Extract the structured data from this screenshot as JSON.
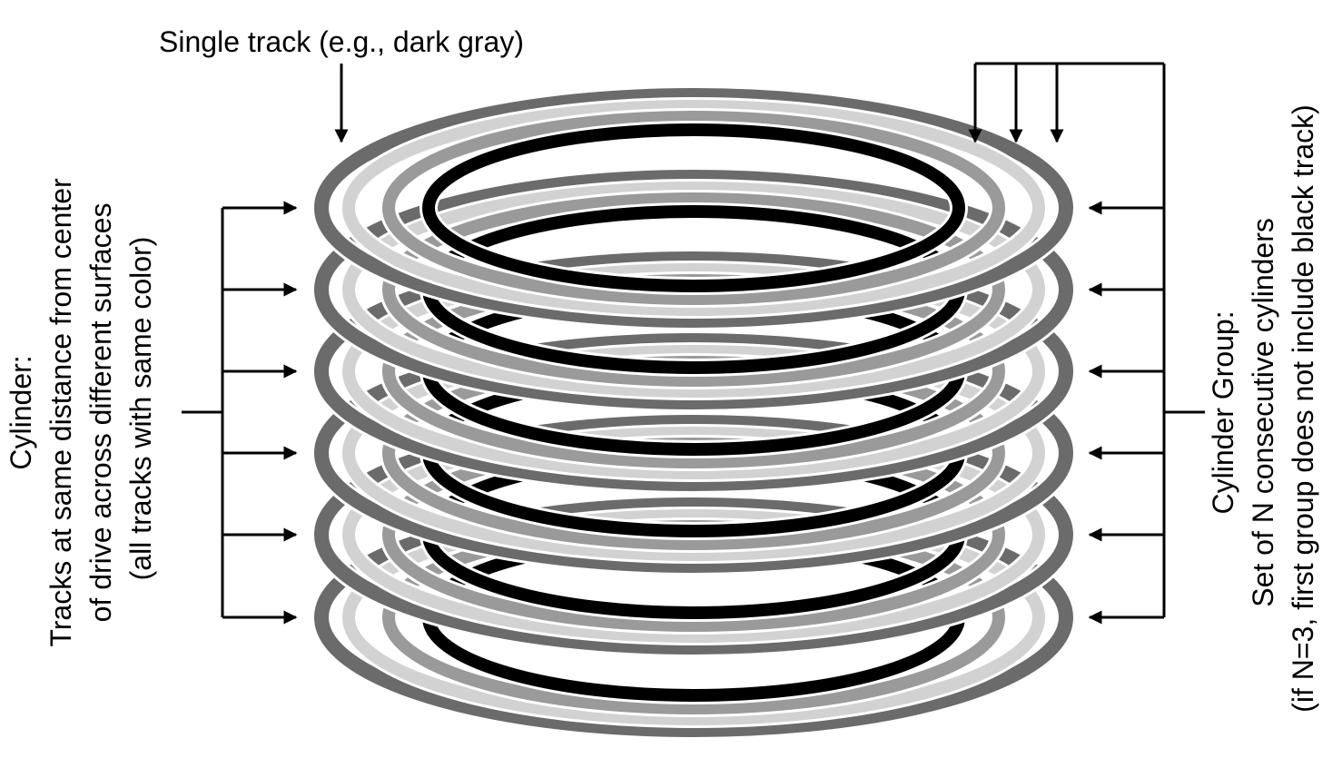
{
  "labels": {
    "single_track": "Single track (e.g., dark gray)",
    "cylinder": {
      "line1": "Cylinder:",
      "line2": "Tracks at same distance from center",
      "line3": "of drive across different surfaces",
      "line4": "(all tracks with same color)"
    },
    "cylinder_group": {
      "line1": "Cylinder Group:",
      "line2": "Set of N consecutive cylinders",
      "line3": "(if N=3, first group does not include black track)"
    }
  },
  "platters": {
    "count": 6,
    "tracks_outer_to_inner": [
      "dark-gray",
      "light-gray",
      "mid-gray",
      "black"
    ]
  },
  "colors": {
    "dark_gray": "#6b6b6b",
    "mid_gray": "#9a9a9a",
    "light_gray": "#d2d2d2",
    "black": "#000000",
    "background": "#ffffff"
  }
}
